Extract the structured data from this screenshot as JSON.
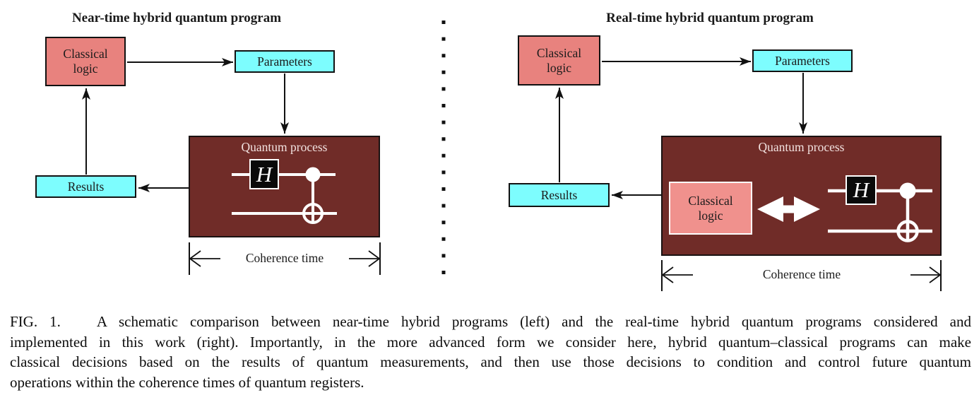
{
  "figure": {
    "left": {
      "title": "Near-time hybrid quantum program",
      "classical_logic": "Classical logic",
      "parameters": "Parameters",
      "quantum_process": "Quantum process",
      "results": "Results",
      "coherence_time": "Coherence time"
    },
    "right": {
      "title": "Real-time hybrid quantum program",
      "classical_logic": "Classical logic",
      "parameters": "Parameters",
      "quantum_process": "Quantum process",
      "inner_classical_logic": "Classical logic",
      "results": "Results",
      "coherence_time": "Coherence time"
    },
    "circuit": {
      "h_gate": "H"
    }
  },
  "caption": {
    "lines": [
      "FIG. 1.   A schematic comparison between near-time hybrid programs (left) and the real-time hybrid quantum programs considered and",
      "implemented in this work (right). Importantly, in the more advanced form we consider here, hybrid quantum–classical programs can make",
      "classical decisions based on the results of quantum measurements, and then use those decisions to condition and control future quantum",
      "operations within the coherence times of quantum registers."
    ]
  },
  "colors": {
    "box_pink": "#e8827e",
    "inner_box_pink": "#f0918d",
    "box_cyan": "#7dfdfe",
    "quantum_box_maroon": "#702c28",
    "gate_black": "#0a0a0a",
    "circuit_white": "#ffffff"
  }
}
